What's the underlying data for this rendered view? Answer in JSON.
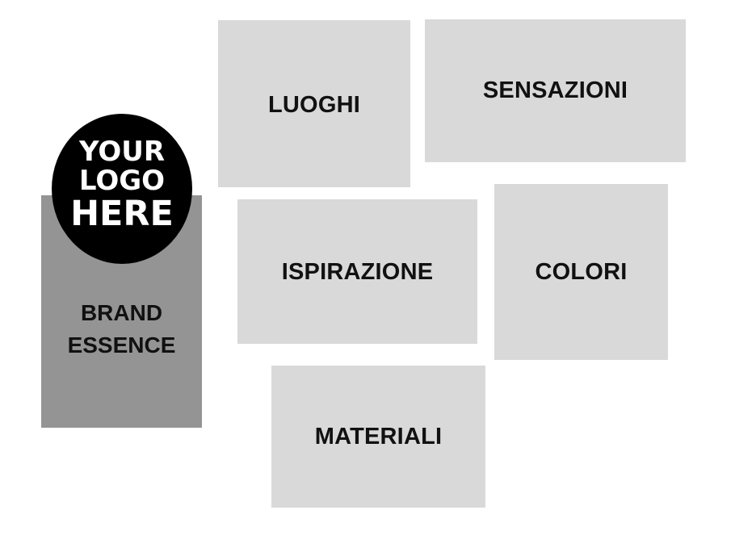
{
  "logo": {
    "line1": "YOUR",
    "line2": "LOGO",
    "line3": "HERE"
  },
  "brand": {
    "line1": "BRAND",
    "line2": "ESSENCE"
  },
  "boxes": {
    "luoghi": "LUOGHI",
    "sensazioni": "SENSAZIONI",
    "ispirazione": "ISPIRAZIONE",
    "colori": "COLORI",
    "materiali": "MATERIALI"
  },
  "colors": {
    "box_fill": "#d9d9d9",
    "brand_panel": "#949494",
    "logo_circle": "#000000",
    "logo_text": "#ffffff",
    "label_text": "#111111",
    "background": "#ffffff"
  }
}
